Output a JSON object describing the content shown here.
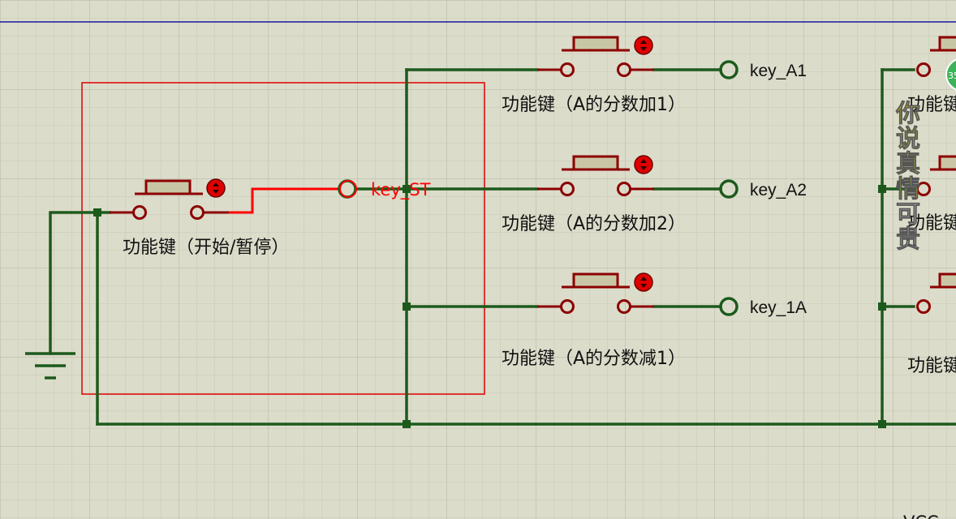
{
  "colors": {
    "background": "#dcdccb",
    "grid_minor": "#c8c8b6",
    "grid_major": "#b8b8a6",
    "wire": "#1c5a1c",
    "component": "#8b0000",
    "button_body": "#c9c6a6",
    "highlight": "#ff0000",
    "border_line": "#1a1aa0",
    "overlay_text": "#f0e020",
    "overlay_text_gray": "#d8d8d8"
  },
  "left_button": {
    "label": "功能键（开始/暂停）",
    "terminal_label": "key_ST",
    "icon": "actuator-icon"
  },
  "buttons": [
    {
      "label": "功能键（A的分数加1）",
      "terminal_label": "key_A1",
      "icon": "actuator-icon"
    },
    {
      "label": "功能键（A的分数加2）",
      "terminal_label": "key_A2",
      "icon": "actuator-icon"
    },
    {
      "label": "功能键（A的分数减1）",
      "terminal_label": "key_1A",
      "icon": "actuator-icon"
    }
  ],
  "right_partial": {
    "label_fragment": "功能键",
    "badge_text": "35"
  },
  "overlay": {
    "chars_yellow": [
      "你",
      "说",
      "真",
      "情"
    ],
    "chars_gray": [
      "可",
      "贵"
    ]
  },
  "bottom_fragment": "VCC",
  "ground_icon": "ground-icon"
}
